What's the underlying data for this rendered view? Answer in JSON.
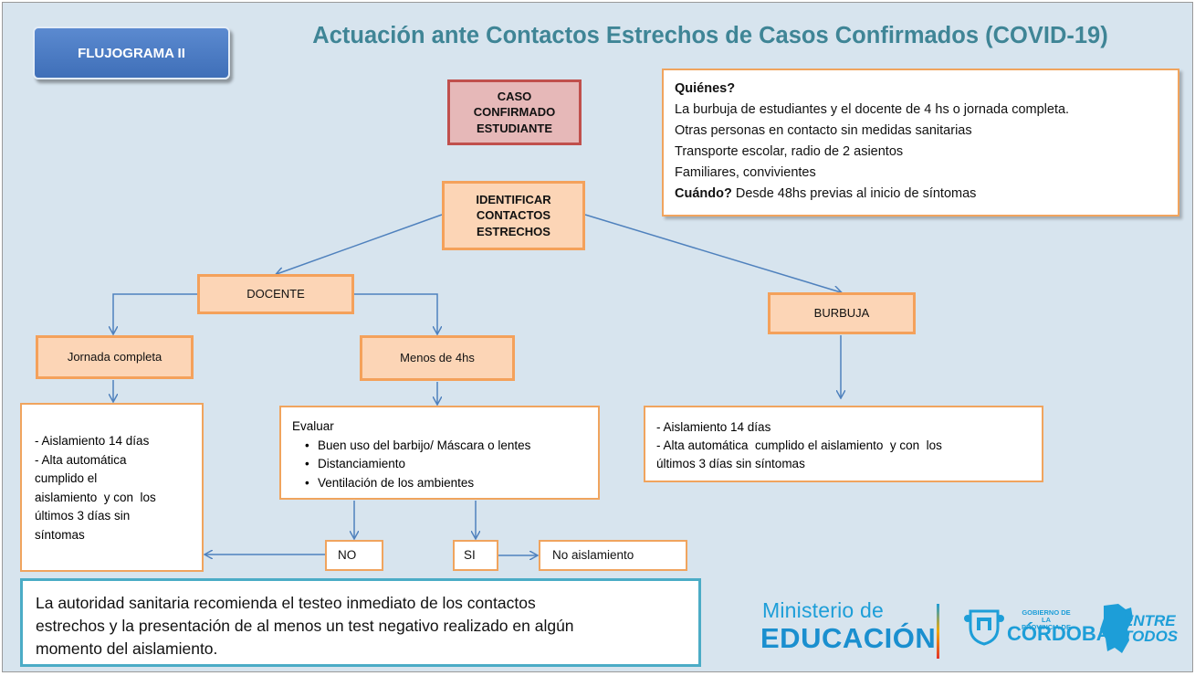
{
  "tag": "FLUJOGRAMA II",
  "title": "Actuación ante Contactos Estrechos de Casos Confirmados (COVID-19)",
  "nodes": {
    "caso": [
      "CASO",
      "CONFIRMADO",
      "ESTUDIANTE"
    ],
    "identificar": [
      "IDENTIFICAR",
      "CONTACTOS",
      "ESTRECHOS"
    ],
    "docente": "DOCENTE",
    "burbuja": "BURBUJA",
    "jornada": "Jornada completa",
    "menos": "Menos de 4hs",
    "no": "NO",
    "si": "SI",
    "no_aislamiento": "No aislamiento"
  },
  "quienes": {
    "heading": "Quiénes?",
    "lines": [
      "La burbuja de estudiantes y el docente de 4 hs o jornada completa.",
      "Otras personas en contacto sin medidas sanitarias",
      "Transporte escolar, radio de 2 asientos",
      "Familiares, convivientes"
    ],
    "cuando_label": "Cuándo?",
    "cuando_text": " Desde 48hs previas al inicio de síntomas"
  },
  "aislamiento_left": {
    "lines": [
      "- Aislamiento 14 días",
      "- Alta automática",
      "cumplido el",
      "aislamiento  y con  los",
      "últimos 3 días sin",
      "síntomas"
    ]
  },
  "evaluar": {
    "heading": "Evaluar",
    "bullet": "•",
    "items": [
      "Buen uso del barbijo/ Máscara o lentes",
      "Distanciamiento",
      "Ventilación de los ambientes"
    ]
  },
  "aislamiento_right": {
    "lines": [
      "- Aislamiento 14 días",
      "- Alta automática  cumplido el aislamiento  y con  los",
      "últimos 3 días sin síntomas"
    ]
  },
  "autoridad": {
    "lines": [
      "La autoridad sanitaria recomienda el testeo inmediato de los contactos",
      "estrechos y la presentación de al menos un test negativo realizado en algún",
      "momento del aislamiento."
    ]
  },
  "logos": {
    "ministerio_top": "Ministerio de",
    "ministerio_bottom": "EDUCACIÓN",
    "gobierno_small": [
      "GOBIERNO DE LA",
      "PROVINCIA DE"
    ],
    "cordoba": "CÓRDOBA",
    "entre": "ENTRE",
    "todos": "TODOS"
  },
  "colors": {
    "background": "#d7e4ee",
    "title": "#3f8596",
    "orange_fill": "#fcd5b6",
    "orange_border": "#f4a15b",
    "case_fill": "#e6b8b8",
    "case_border": "#c0504d",
    "arrow": "#4f81bd",
    "note_border": "#4bacc6",
    "logo_blue": "#1d9ed8"
  }
}
